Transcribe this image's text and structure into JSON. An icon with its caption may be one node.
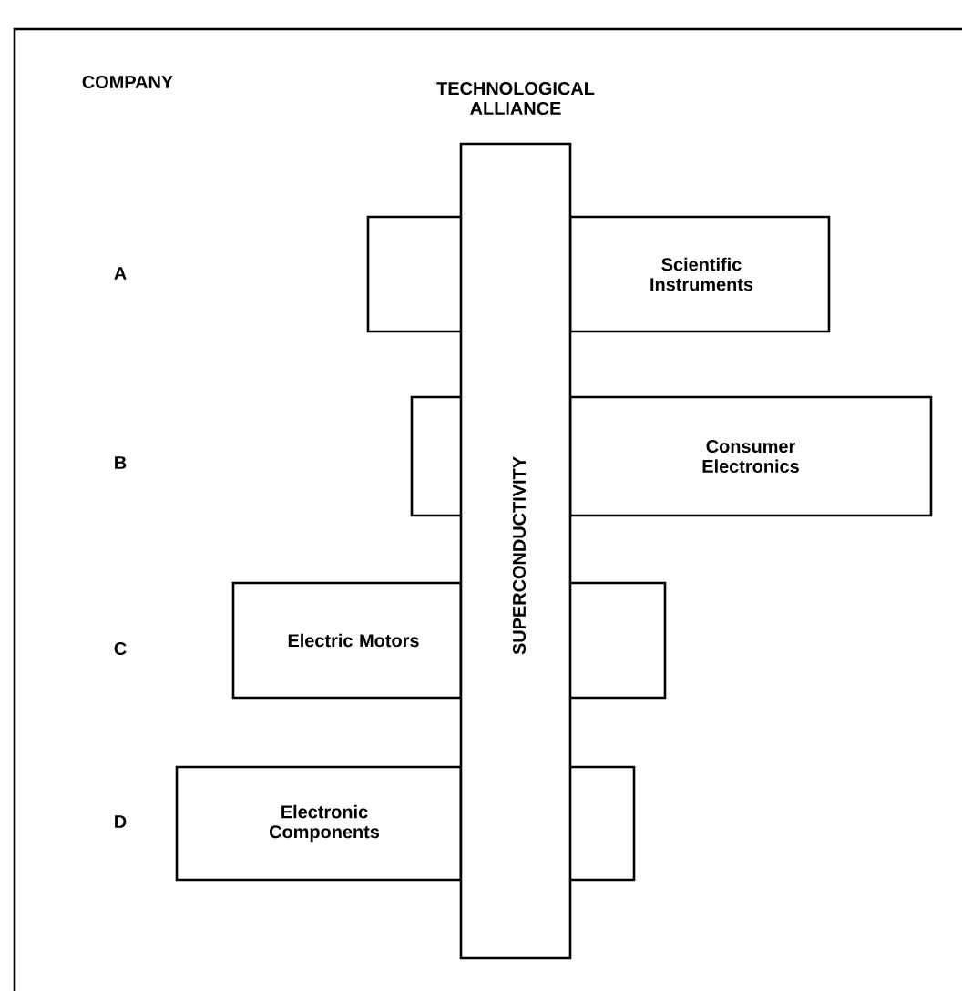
{
  "diagram": {
    "nodes": [
      {
        "text": [
          "SUPERCONDUCTIVITY"
        ]
      },
      {
        "text": [
          "Scientific Instruments"
        ]
      },
      {
        "text": [
          "Consumer Electronics"
        ]
      },
      {
        "text": [
          "Electric Motors"
        ]
      },
      {
        "text": [
          "Electronic Components"
        ]
      }
    ],
    "labels": [
      "COMPANY",
      "TECHNOLOGICAL ALLIANCE",
      "A",
      "B",
      "C",
      "D"
    ]
  }
}
